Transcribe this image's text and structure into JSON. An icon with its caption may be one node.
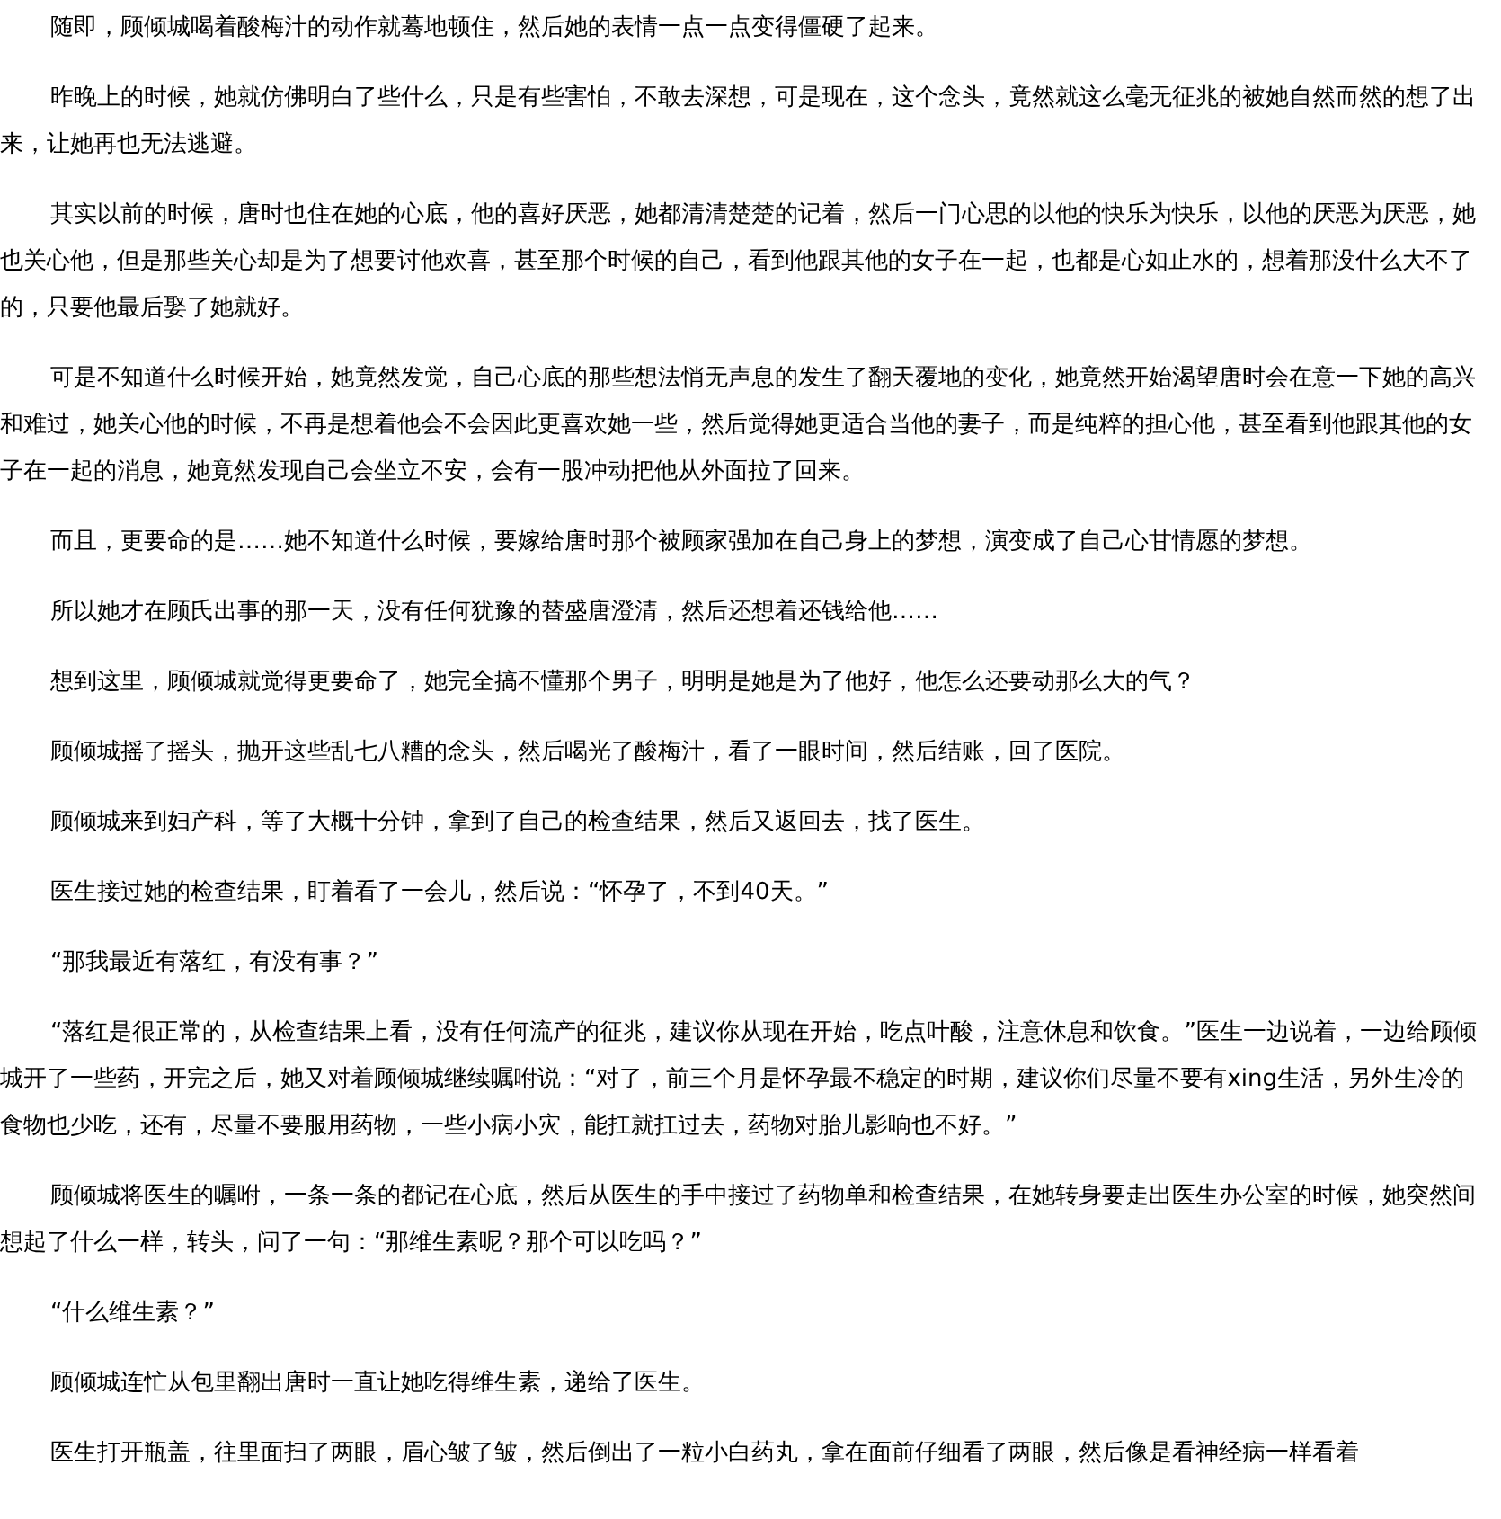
{
  "diagram": {
    "labels": [
      "随即，顾倾城喝着酸梅汁的动作就蓦地顿住，然后她的表情一点一点变得僵硬了起来。",
      "昨晚上的时候，她就仿佛明白了些什么，只是有些害怕，不敢去深想，可是现在，这个念头，竟然就这么毫无征兆的被她自然而然的想了出来，让她再也无法逃避。",
      "其实以前的时候，唐时也住在她的心底，他的喜好厌恶，她都清清楚楚的记着，然后一门心思的以他的快乐为快乐，以他的厌恶为厌恶，她也关心他，但是那些关心却是为了想要讨他欢喜，甚至那个时候的自己，看到他跟其他的女子在一起，也都是心如止水的，想着那没什么大不了的，只要他最后娶了她就好。",
      "可是不知道什么时候开始，她竟然发觉，自己心底的那些想法悄无声息的发生了翻天覆地的变化，她竟然开始渴望唐时会在意一下她的高兴和难过，她关心他的时候，不再是想着他会不会因此更喜欢她一些，然后觉得她更适合当他的妻子，而是纯粹的担心他，甚至看到他跟其他的女子在一起的消息，她竟然发现自己会坐立不安，会有一股冲动把他从外面拉了回来。",
      "而且，更要命的是……她不知道什么时候，要嫁给唐时那个被顾家强加在自己身上的梦想，演变成了自己心甘情愿的梦想。",
      "所以她才在顾氏出事的那一天，没有任何犹豫的替盛唐澄清，然后还想着还钱给他……",
      "想到这里，顾倾城就觉得更要命了，她完全搞不懂那个男子，明明是她是为了他好，他怎么还要动那么大的气？",
      "顾倾城摇了摇头，抛开这些乱七八糟的念头，然后喝光了酸梅汁，看了一眼时间，然后结账，回了医院。",
      "顾倾城来到妇产科，等了大概十分钟，拿到了自己的检查结果，然后又返回去，找了医生。",
      "医生接过她的检查结果，盯着看了一会儿，然后说：“怀孕了，不到40天。”",
      "“那我最近有落红，有没有事？”",
      "“落红是很正常的，从检查结果上看，没有任何流产的征兆，建议你从现在开始，吃点叶酸，注意休息和饮食。”医生一边说着，一边给顾倾城开了一些药，开完之后，她又对着顾倾城继续嘱咐说：“对了，前三个月是怀孕最不稳定的时期，建议你们尽量不要有xing生活，另外生冷的食物也少吃，还有，尽量不要服用药物，一些小病小灾，能扛就扛过去，药物对胎儿影响也不好。”",
      "顾倾城将医生的嘱咐，一条一条的都记在心底，然后从医生的手中接过了药物单和检查结果，在她转身要走出医生办公室的时候，她突然间想起了什么一样，转头，问了一句：“那维生素呢？那个可以吃吗？”",
      "“什么维生素？”",
      "顾倾城连忙从包里翻出唐时一直让她吃得维生素，递给了医生。",
      "医生打开瓶盖，往里面扫了两眼，眉心皱了皱，然后倒出了一粒小白药丸，拿在面前仔细看了两眼，然后像是看神经病一样看着"
    ]
  }
}
